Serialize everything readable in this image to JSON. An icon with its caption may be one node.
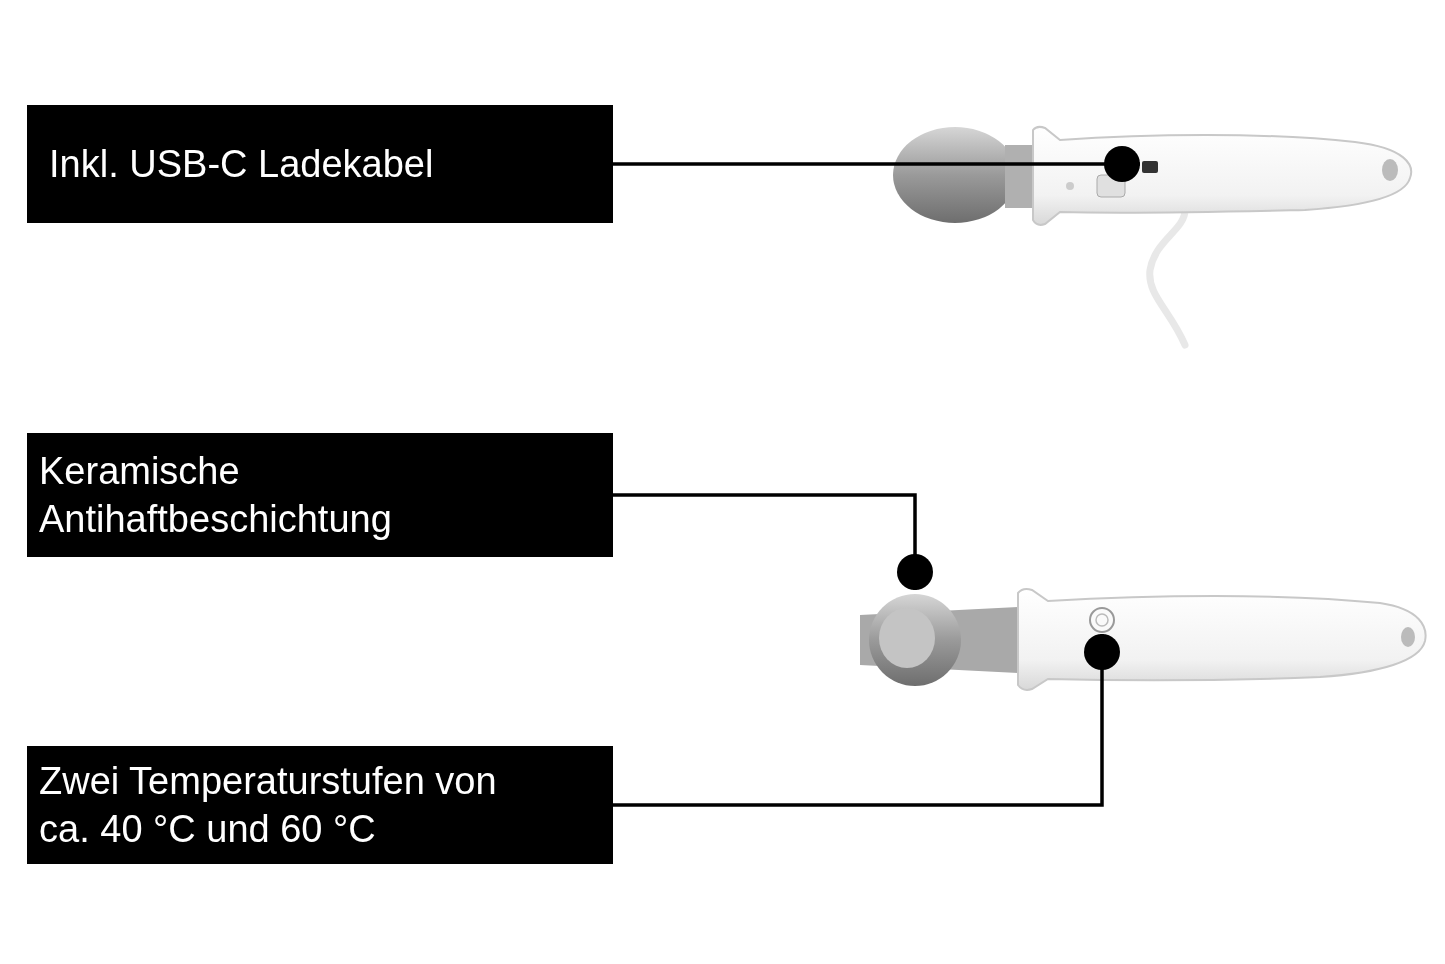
{
  "diagram": {
    "nodes": [
      {
        "text": [
          "Inkl. USB-C Ladekabel"
        ]
      },
      {
        "text": [],
        "shape": "picture"
      },
      {
        "text": [],
        "shape": "box",
        "in": 1
      },
      {
        "text": [
          "Keramische Antihaftbeschichtung"
        ]
      },
      {
        "text": [
          "Zwei Temperaturstufen von ca. 40 °C und 60 °C"
        ]
      },
      {
        "text": [],
        "shape": "picture"
      },
      {
        "text": [],
        "shape": "picture"
      },
      {
        "text": [],
        "shape": "picture",
        "in": 5
      }
    ],
    "edges": [
      {
        "from": 0,
        "to": 2,
        "arrow": "other"
      },
      {
        "from": 3,
        "to": 6,
        "arrow": "other"
      },
      {
        "from": 4,
        "to": 7,
        "arrow": "other"
      }
    ]
  }
}
